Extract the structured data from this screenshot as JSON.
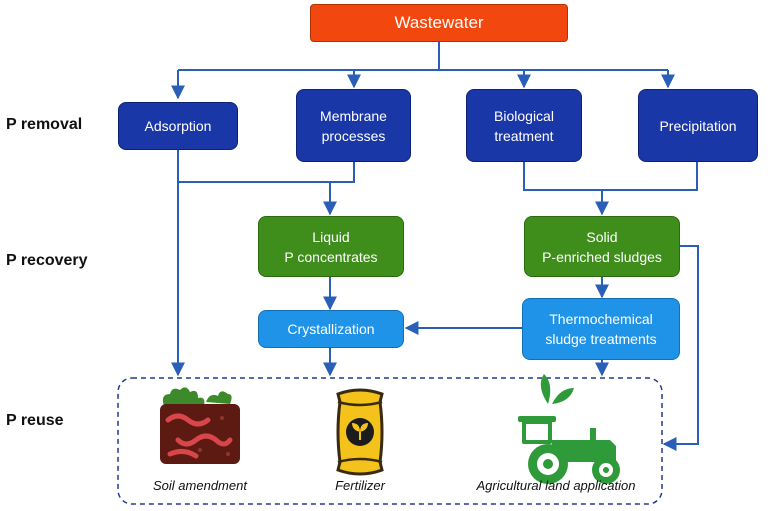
{
  "title": "Wastewater",
  "stages": {
    "removal": "P removal",
    "recovery": "P recovery",
    "reuse": "P reuse"
  },
  "removal_methods": {
    "adsorption": "Adsorption",
    "membrane": "Membrane\nprocesses",
    "biological": "Biological\ntreatment",
    "precipitation": "Precipitation"
  },
  "recovery_products": {
    "liquid": "Liquid\nP concentrates",
    "solid": "Solid\nP-enriched sludges"
  },
  "processes": {
    "crystallization": "Crystallization",
    "thermochemical": "Thermochemical\nsludge treatments"
  },
  "reuse_outputs": {
    "soil": "Soil amendment",
    "fertilizer": "Fertilizer",
    "agricultural": "Agricultural land application"
  },
  "colors": {
    "title_box": "#f2480f",
    "removal_box": "#1a37a8",
    "recovery_box": "#3f8e1c",
    "process_box": "#1f93e8",
    "arrow": "#2a5fb8"
  },
  "icons": [
    "soil-with-worms-icon",
    "fertilizer-bag-icon",
    "tractor-icon"
  ]
}
